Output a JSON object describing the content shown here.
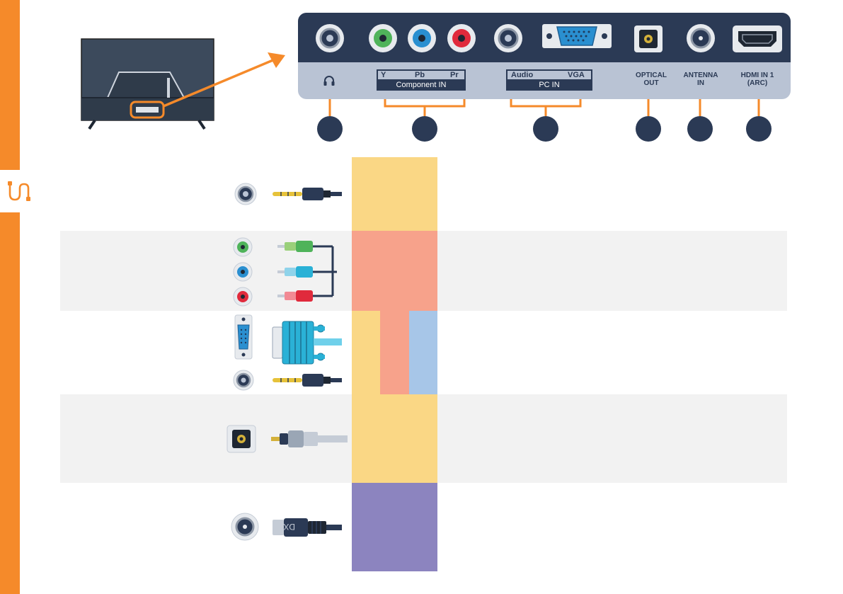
{
  "panel": {
    "component_letters": [
      "Y",
      "Pb",
      "Pr"
    ],
    "component_title": "Component IN",
    "pc_letters": [
      "Audio",
      "VGA"
    ],
    "pc_title": "PC IN",
    "optical": [
      "OPTICAL",
      "OUT"
    ],
    "antenna": [
      "ANTENNA",
      "IN"
    ],
    "hdmi": [
      "HDMI IN 1",
      "(ARC)"
    ]
  },
  "icons": {
    "sidebar": "cable-icon",
    "headphone": "headphone-icon"
  },
  "colors": {
    "accent": "#f58a2a",
    "panel_dark": "#2b3a55",
    "panel_light": "#b9c3d4",
    "yellow_block": "#fad785",
    "red_block": "#f7a28b",
    "blue_block": "#a7c6e8",
    "purple_block": "#8c84bf",
    "row_band": "#f2f2f2"
  }
}
